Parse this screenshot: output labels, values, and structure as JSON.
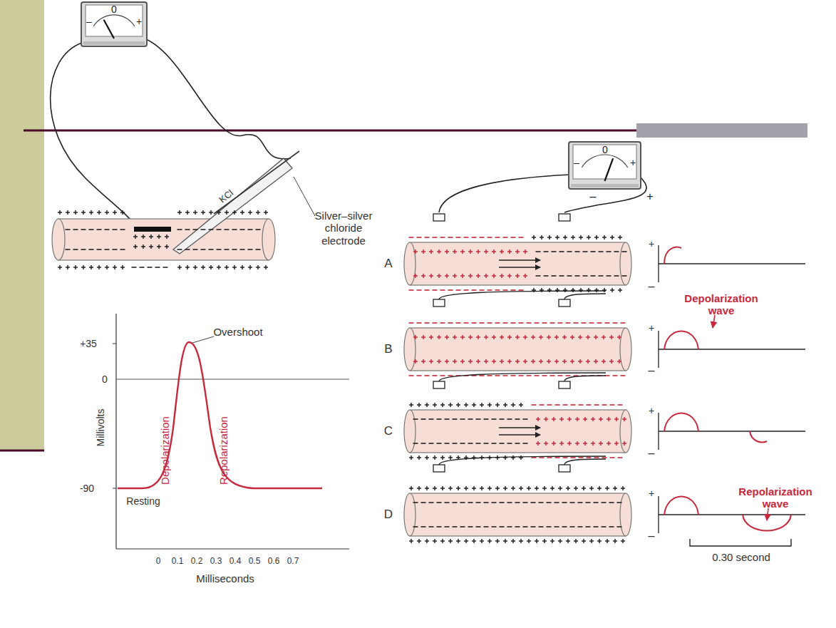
{
  "diagram": {
    "nodes": [
      {
        "text": [
          "0",
          "–",
          "+"
        ]
      },
      {
        "text": [
          "0",
          "–",
          "+"
        ]
      }
    ],
    "labels": [
      "Silver–silver chloride electrode",
      "KCl",
      "Overshoot",
      "+35",
      "0",
      "-90",
      "Millivolts",
      "Depolarization",
      "Repolarization",
      "Resting",
      "0",
      "0.1",
      "0.2",
      "0.3",
      "0.4",
      "0.5",
      "0.6",
      "0.7",
      "Milliseconds",
      "A",
      "B",
      "C",
      "D",
      "–",
      "+",
      "Depolarization wave",
      "Repolarization wave",
      "0.30 second",
      "+",
      "–",
      "+",
      "–",
      "+",
      "–",
      "+",
      "–"
    ]
  }
}
